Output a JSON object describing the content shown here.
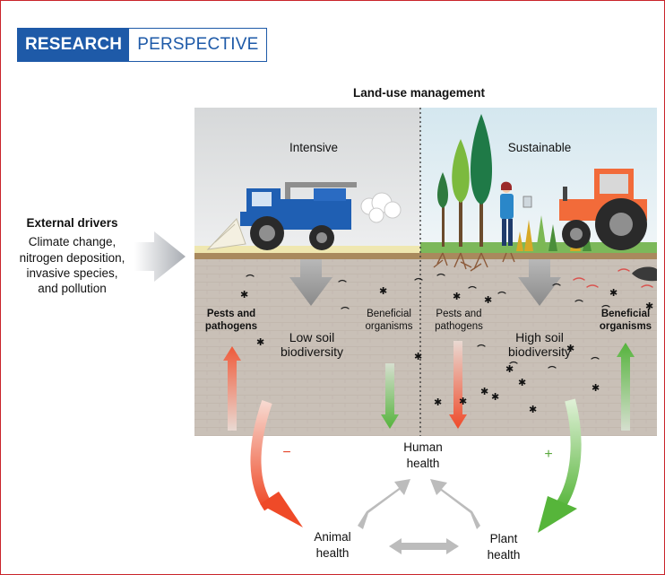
{
  "header": {
    "badge_left": "RESEARCH",
    "badge_right": "PERSPECTIVE"
  },
  "diagram": {
    "title": "Land-use management",
    "external": {
      "heading": "External drivers",
      "lines": [
        "Climate change,",
        "nitrogen deposition,",
        "invasive species,",
        "and pollution"
      ]
    },
    "intensive": {
      "label": "Intensive",
      "pests": [
        "Pests and",
        "pathogens"
      ],
      "biodiversity": [
        "Low soil",
        "biodiversity"
      ],
      "beneficial": [
        "Beneficial",
        "organisms"
      ]
    },
    "sustainable": {
      "label": "Sustainable",
      "pests": [
        "Pests and",
        "pathogens"
      ],
      "biodiversity": [
        "High soil",
        "biodiversity"
      ],
      "beneficial": [
        "Beneficial",
        "organisms"
      ]
    },
    "health": {
      "human": [
        "Human",
        "health"
      ],
      "animal": [
        "Animal",
        "health"
      ],
      "plant": [
        "Plant",
        "health"
      ],
      "minus": "−",
      "plus": "+"
    },
    "colors": {
      "accent_blue": "#1e5aa8",
      "frame_red": "#c9242b",
      "arrow_red": "#ef5a3a",
      "arrow_green": "#5fb845",
      "soil": "#c9bfb5",
      "sky": "#e1e3e3",
      "sky_right": "#e3eef3"
    }
  }
}
